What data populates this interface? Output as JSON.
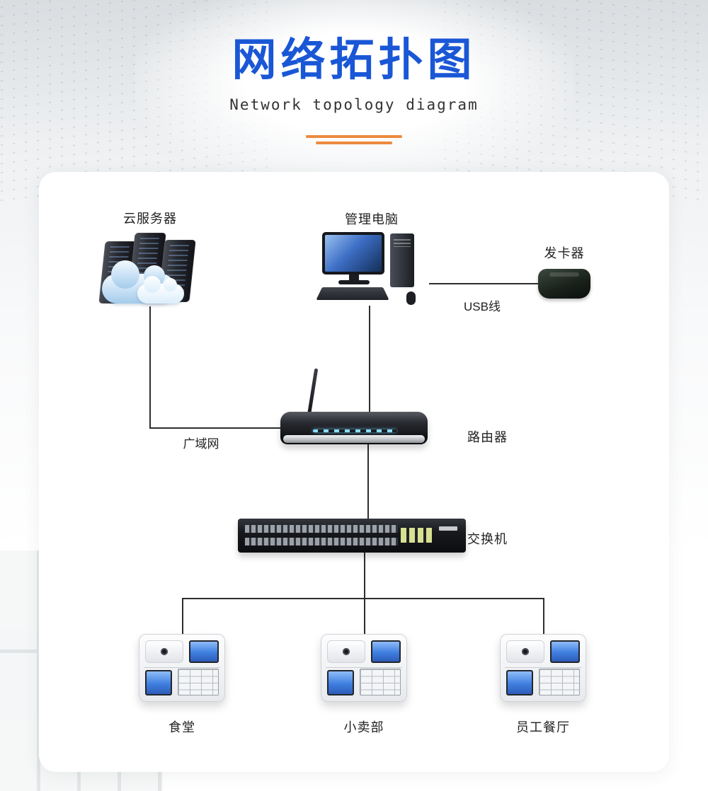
{
  "page": {
    "title": "网络拓扑图",
    "subtitle": "Network topology diagram"
  },
  "diagram": {
    "nodes": {
      "cloud_server": {
        "label": "云服务器"
      },
      "management_pc": {
        "label": "管理电脑"
      },
      "card_issuer": {
        "label": "发卡器"
      },
      "router": {
        "label": "路由器"
      },
      "switch": {
        "label": "交换机"
      },
      "terminal_canteen": {
        "label": "食堂"
      },
      "terminal_shop": {
        "label": "小卖部"
      },
      "terminal_staff": {
        "label": "员工餐厅"
      }
    },
    "links": {
      "wan": {
        "label": "广域网"
      },
      "usb": {
        "label": "USB线"
      }
    }
  },
  "colors": {
    "title_blue": "#1a57d6",
    "divider_orange": "#ec8a3e",
    "line": "#2e2e2e",
    "screen_blue": "#3f7fe0"
  }
}
